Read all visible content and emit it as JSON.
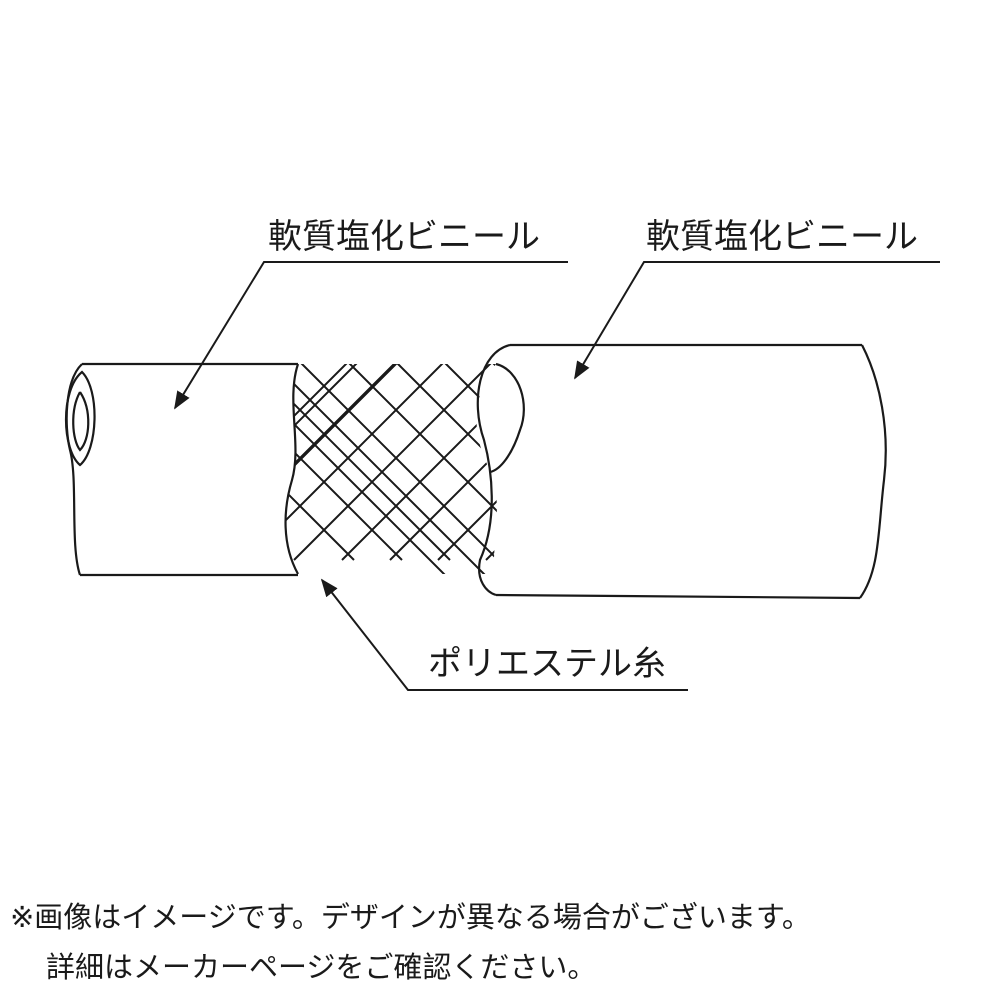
{
  "diagram": {
    "labels": {
      "outer_cover_left": "軟質塩化ビニール",
      "outer_cover_right": "軟質塩化ビニール",
      "reinforcement": "ポリエステル糸"
    },
    "line_color": "#1a1a1a",
    "background_color": "#ffffff"
  },
  "note": {
    "line1": "※画像はイメージです。デザインが異なる場合がございます。",
    "line2": "詳細はメーカーページをご確認ください。"
  }
}
